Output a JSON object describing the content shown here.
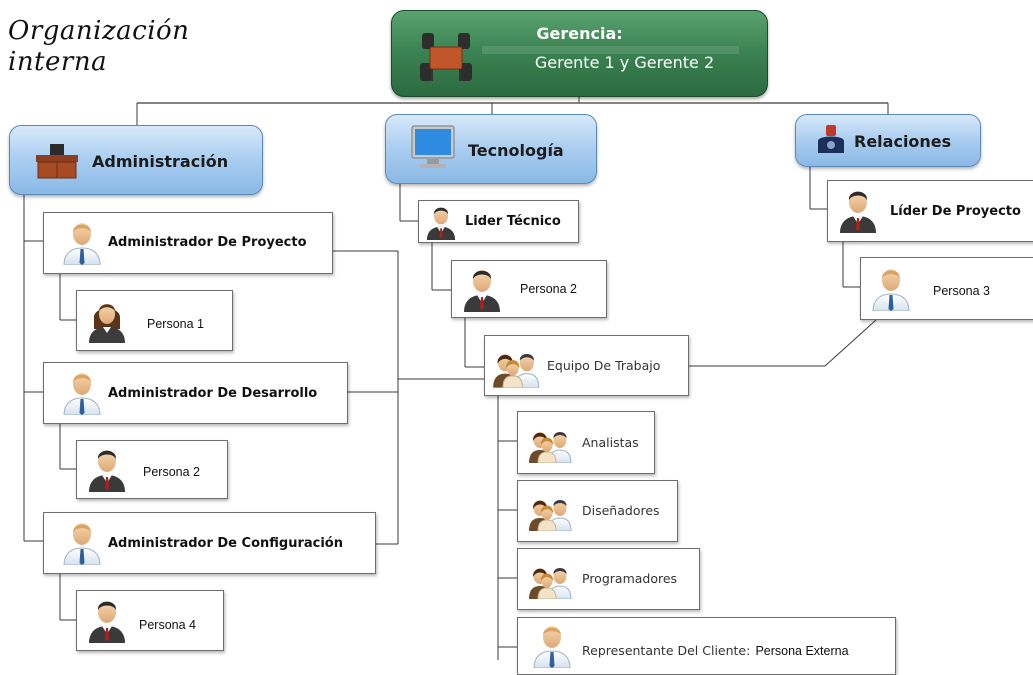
{
  "title": {
    "line1": "Organización",
    "line2": "interna"
  },
  "gerencia": {
    "title": "Gerencia:",
    "subtitle": "Gerente 1 y Gerente 2",
    "icon": "meeting-table-icon"
  },
  "administracion": {
    "label": "Administración",
    "icon": "desk-icon",
    "items": [
      {
        "label": "Administrador De Proyecto",
        "icon": "person-male-icon",
        "child": {
          "label": "Persona 1",
          "icon": "person-female-icon"
        }
      },
      {
        "label": "Administrador De Desarrollo",
        "icon": "person-male-icon",
        "child": {
          "label": "Persona 2",
          "icon": "person-suit-icon"
        }
      },
      {
        "label": "Administrador De Configuración",
        "icon": "person-male-icon",
        "child": {
          "label": "Persona 4",
          "icon": "person-suit-icon"
        }
      }
    ]
  },
  "tecnologia": {
    "label": "Tecnología",
    "icon": "monitor-icon",
    "lider": {
      "label": "Lider Técnico",
      "icon": "person-suit-icon"
    },
    "persona": {
      "label": "Persona 2",
      "icon": "person-suit-icon"
    },
    "equipo": {
      "label": "Equipo De Trabajo",
      "icon": "team-icon",
      "members": [
        {
          "label": "Analistas",
          "icon": "group-icon"
        },
        {
          "label": "Diseñadores",
          "icon": "group-icon"
        },
        {
          "label": "Programadores",
          "icon": "group-icon"
        }
      ],
      "cliente": {
        "label": "Representante Del Cliente:",
        "sublabel": "Persona Externa",
        "icon": "person-male-icon"
      }
    }
  },
  "relaciones": {
    "label": "Relaciones",
    "icon": "telephone-icon",
    "lider": {
      "label": "Líder De Proyecto",
      "icon": "person-suit-icon"
    },
    "persona": {
      "label": "Persona 3",
      "icon": "person-male-icon"
    }
  },
  "colors": {
    "gerencia": "#3c8453",
    "category": "#a9cdf0",
    "line": "#333333"
  }
}
